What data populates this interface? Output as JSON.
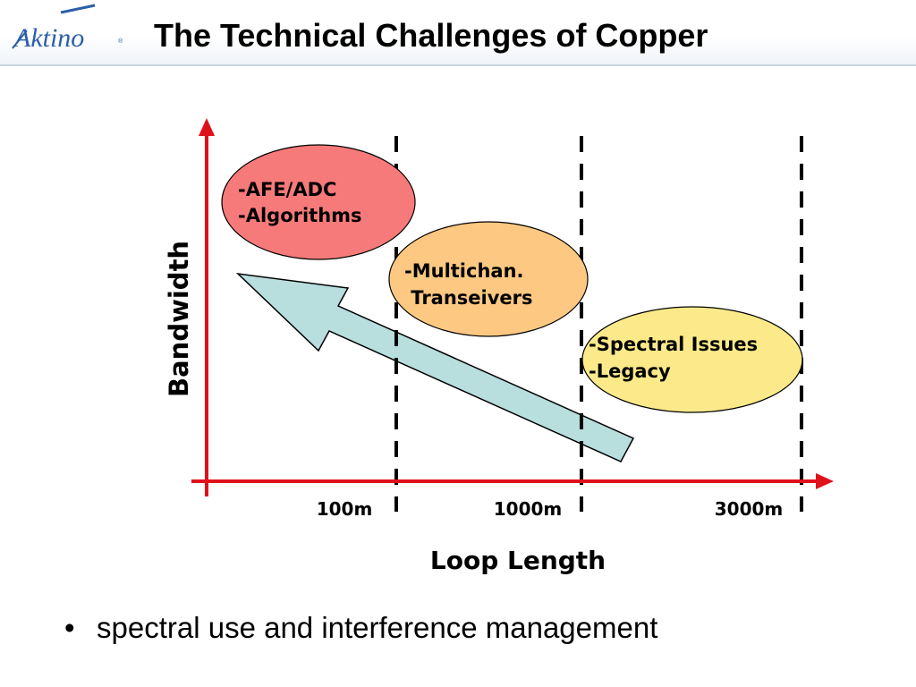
{
  "brand": {
    "logo_text": "Aktino",
    "accent_color": "#2b5ea8"
  },
  "title": "The Technical Challenges of Copper",
  "diagram": {
    "axis_color": "#e0111b",
    "y_axis_label": "Bandwidth",
    "x_axis_label": "Loop Length",
    "tick_labels": [
      "100m",
      "1000m",
      "3000m"
    ],
    "ellipses": [
      {
        "lines": [
          "-AFE/ADC",
          "-Algorithms"
        ],
        "fill": "#f77a7a"
      },
      {
        "lines": [
          "-Multichan.",
          " Transeivers"
        ],
        "fill": "#fcc882"
      },
      {
        "lines": [
          "-Spectral Issues",
          "-Legacy"
        ],
        "fill": "#fcea8a"
      }
    ],
    "arrow_fill": "#b8dede"
  },
  "bullets": [
    "spectral use and interference  management"
  ]
}
